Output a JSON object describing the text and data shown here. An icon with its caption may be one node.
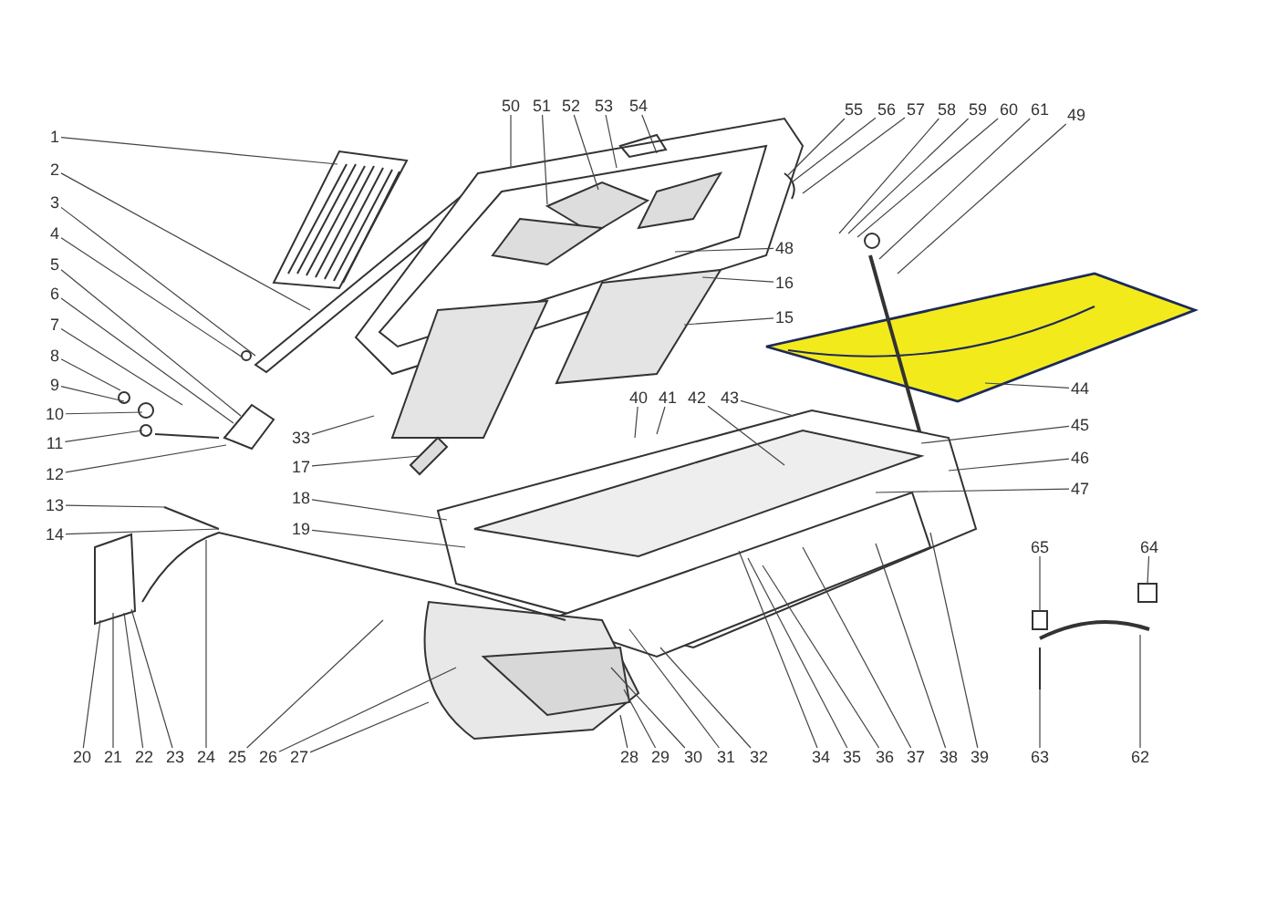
{
  "diagram": {
    "nodes": [
      {
        "text": [
          "1"
        ]
      },
      {
        "text": [
          "2"
        ]
      },
      {
        "text": [
          "3"
        ]
      },
      {
        "text": [
          "4"
        ]
      },
      {
        "text": [
          "5"
        ]
      },
      {
        "text": [
          "6"
        ]
      },
      {
        "text": [
          "7"
        ]
      },
      {
        "text": [
          "8"
        ]
      },
      {
        "text": [
          "9"
        ]
      },
      {
        "text": [
          "10"
        ]
      },
      {
        "text": [
          "11"
        ]
      },
      {
        "text": [
          "12"
        ]
      },
      {
        "text": [
          "13"
        ]
      },
      {
        "text": [
          "14"
        ]
      },
      {
        "text": [
          "15"
        ]
      },
      {
        "text": [
          "16"
        ]
      },
      {
        "text": [
          "17"
        ]
      },
      {
        "text": [
          "18"
        ]
      },
      {
        "text": [
          "19"
        ]
      },
      {
        "text": [
          "20"
        ]
      },
      {
        "text": [
          "21"
        ]
      },
      {
        "text": [
          "22"
        ]
      },
      {
        "text": [
          "23"
        ]
      },
      {
        "text": [
          "24"
        ]
      },
      {
        "text": [
          "25"
        ]
      },
      {
        "text": [
          "26"
        ]
      },
      {
        "text": [
          "27"
        ]
      },
      {
        "text": [
          "28"
        ]
      },
      {
        "text": [
          "29"
        ]
      },
      {
        "text": [
          "30"
        ]
      },
      {
        "text": [
          "31"
        ]
      },
      {
        "text": [
          "32"
        ]
      },
      {
        "text": [
          "33"
        ]
      },
      {
        "text": [
          "34"
        ]
      },
      {
        "text": [
          "35"
        ]
      },
      {
        "text": [
          "36"
        ]
      },
      {
        "text": [
          "37"
        ]
      },
      {
        "text": [
          "38"
        ]
      },
      {
        "text": [
          "39"
        ]
      },
      {
        "text": [
          "40"
        ]
      },
      {
        "text": [
          "41"
        ]
      },
      {
        "text": [
          "42"
        ]
      },
      {
        "text": [
          "43"
        ]
      },
      {
        "text": [
          "44"
        ]
      },
      {
        "text": [
          "45"
        ]
      },
      {
        "text": [
          "46"
        ]
      },
      {
        "text": [
          "47"
        ]
      },
      {
        "text": [
          "48"
        ]
      },
      {
        "text": [
          "49"
        ]
      },
      {
        "text": [
          "50"
        ]
      },
      {
        "text": [
          "51"
        ]
      },
      {
        "text": [
          "52"
        ]
      },
      {
        "text": [
          "53"
        ]
      },
      {
        "text": [
          "54"
        ]
      },
      {
        "text": [
          "55"
        ]
      },
      {
        "text": [
          "56"
        ]
      },
      {
        "text": [
          "57"
        ]
      },
      {
        "text": [
          "58"
        ]
      },
      {
        "text": [
          "59"
        ]
      },
      {
        "text": [
          "60"
        ]
      },
      {
        "text": [
          "61"
        ]
      },
      {
        "text": [
          "62"
        ]
      },
      {
        "text": [
          "63"
        ]
      },
      {
        "text": [
          "64"
        ]
      },
      {
        "text": [
          "65"
        ]
      }
    ],
    "edges": [
      {
        "from": 0,
        "to": null,
        "arrow": "none"
      },
      {
        "from": 1,
        "to": null,
        "arrow": "none"
      },
      {
        "from": 2,
        "to": null,
        "arrow": "none"
      },
      {
        "from": 3,
        "to": null,
        "arrow": "none"
      },
      {
        "from": 4,
        "to": null,
        "arrow": "none"
      },
      {
        "from": 5,
        "to": null,
        "arrow": "none"
      },
      {
        "from": 6,
        "to": null,
        "arrow": "none"
      },
      {
        "from": 7,
        "to": null,
        "arrow": "none"
      },
      {
        "from": 8,
        "to": null,
        "arrow": "none"
      },
      {
        "from": 9,
        "to": null,
        "arrow": "none"
      },
      {
        "from": 10,
        "to": null,
        "arrow": "none"
      },
      {
        "from": 11,
        "to": null,
        "arrow": "none"
      },
      {
        "from": 12,
        "to": null,
        "arrow": "none"
      },
      {
        "from": 13,
        "to": null,
        "arrow": "none"
      },
      {
        "from": 14,
        "to": null,
        "arrow": "none"
      },
      {
        "from": 15,
        "to": null,
        "arrow": "none"
      },
      {
        "from": 16,
        "to": null,
        "arrow": "none"
      },
      {
        "from": 17,
        "to": null,
        "arrow": "none"
      },
      {
        "from": 18,
        "to": null,
        "arrow": "none"
      },
      {
        "from": 19,
        "to": null,
        "arrow": "none"
      },
      {
        "from": 20,
        "to": null,
        "arrow": "none"
      },
      {
        "from": 21,
        "to": null,
        "arrow": "none"
      },
      {
        "from": 22,
        "to": null,
        "arrow": "none"
      },
      {
        "from": 23,
        "to": null,
        "arrow": "none"
      },
      {
        "from": 24,
        "to": null,
        "arrow": "none"
      },
      {
        "from": 25,
        "to": null,
        "arrow": "none"
      },
      {
        "from": 26,
        "to": null,
        "arrow": "none"
      },
      {
        "from": 27,
        "to": null,
        "arrow": "none"
      },
      {
        "from": 28,
        "to": null,
        "arrow": "none"
      },
      {
        "from": 29,
        "to": null,
        "arrow": "none"
      },
      {
        "from": 30,
        "to": null,
        "arrow": "none"
      },
      {
        "from": 31,
        "to": null,
        "arrow": "none"
      },
      {
        "from": 32,
        "to": null,
        "arrow": "none"
      },
      {
        "from": 33,
        "to": null,
        "arrow": "none"
      },
      {
        "from": 34,
        "to": null,
        "arrow": "none"
      },
      {
        "from": 35,
        "to": null,
        "arrow": "none"
      },
      {
        "from": 36,
        "to": null,
        "arrow": "none"
      },
      {
        "from": 37,
        "to": null,
        "arrow": "none"
      },
      {
        "from": 38,
        "to": null,
        "arrow": "none"
      },
      {
        "from": 39,
        "to": null,
        "arrow": "none"
      },
      {
        "from": 40,
        "to": null,
        "arrow": "none"
      },
      {
        "from": 41,
        "to": null,
        "arrow": "none"
      },
      {
        "from": 42,
        "to": null,
        "arrow": "none"
      },
      {
        "from": 43,
        "to": null,
        "arrow": "none"
      },
      {
        "from": 44,
        "to": null,
        "arrow": "none"
      },
      {
        "from": 45,
        "to": null,
        "arrow": "none"
      },
      {
        "from": 46,
        "to": null,
        "arrow": "none"
      },
      {
        "from": 47,
        "to": null,
        "arrow": "none"
      },
      {
        "from": 48,
        "to": null,
        "arrow": "none"
      },
      {
        "from": 49,
        "to": null,
        "arrow": "none"
      },
      {
        "from": 50,
        "to": null,
        "arrow": "none"
      },
      {
        "from": 51,
        "to": null,
        "arrow": "none"
      },
      {
        "from": 52,
        "to": null,
        "arrow": "none"
      },
      {
        "from": 53,
        "to": null,
        "arrow": "none"
      },
      {
        "from": 54,
        "to": null,
        "arrow": "none"
      },
      {
        "from": 55,
        "to": null,
        "arrow": "none"
      },
      {
        "from": 56,
        "to": null,
        "arrow": "none"
      },
      {
        "from": 57,
        "to": null,
        "arrow": "none"
      },
      {
        "from": 58,
        "to": null,
        "arrow": "none"
      },
      {
        "from": 59,
        "to": null,
        "arrow": "none"
      },
      {
        "from": 60,
        "to": null,
        "arrow": "none"
      },
      {
        "from": 61,
        "to": null,
        "arrow": "none"
      },
      {
        "from": 62,
        "to": null,
        "arrow": "none"
      },
      {
        "from": 63,
        "to": null,
        "arrow": "none"
      },
      {
        "from": 64,
        "to": null,
        "arrow": "none"
      }
    ]
  }
}
